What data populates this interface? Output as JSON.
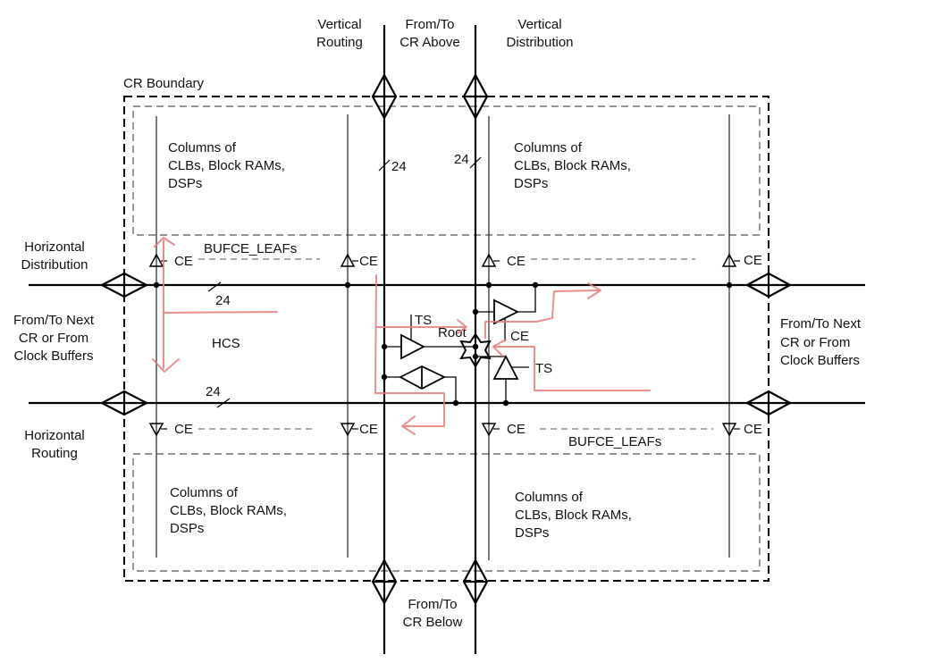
{
  "title": "Clock Region Clock Routing Architecture",
  "labels": {
    "vertical_routing": [
      "Vertical",
      "Routing"
    ],
    "cr_above": [
      "From/To",
      "CR Above"
    ],
    "vertical_distribution": [
      "Vertical",
      "Distribution"
    ],
    "cr_boundary": "CR Boundary",
    "horizontal_distribution": [
      "Horizontal",
      "Distribution"
    ],
    "horizontal_routing": [
      "Horizontal",
      "Routing"
    ],
    "next_cr_left": [
      "From/To Next",
      "CR or From",
      "Clock Buffers"
    ],
    "next_cr_right": [
      "From/To Next",
      "CR or From",
      "Clock Buffers"
    ],
    "cr_below": [
      "From/To",
      "CR Below"
    ],
    "columns": [
      "Columns of",
      "CLBs, Block RAMs,",
      "DSPs"
    ],
    "bufce_leafs": "BUFCE_LEAFs",
    "hcs": "HCS",
    "root": "Root",
    "ts": "TS",
    "ce": "CE",
    "bus_width": "24"
  },
  "annotation_color": "#e87a7a"
}
